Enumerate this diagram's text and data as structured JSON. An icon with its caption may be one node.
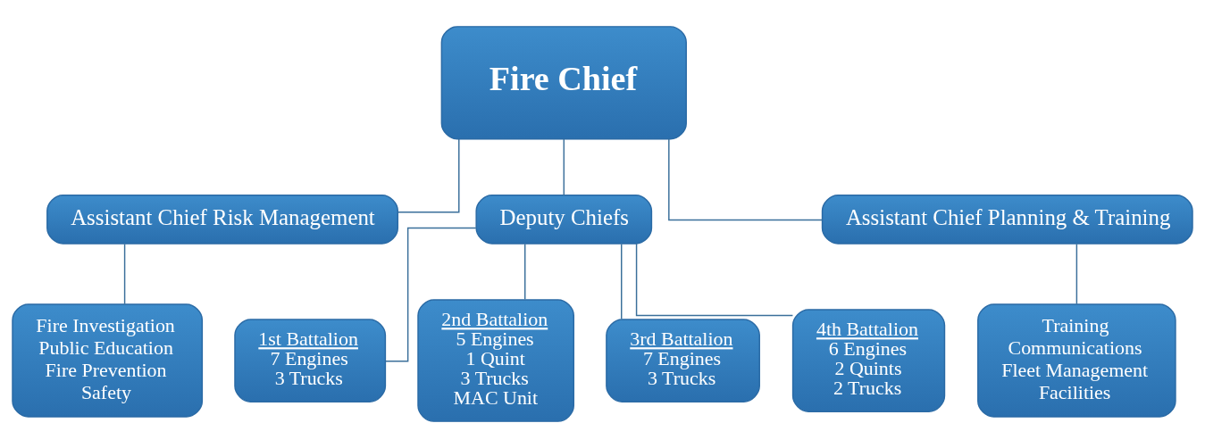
{
  "diagram": {
    "nodes": [
      {
        "text": [
          "Fire Chief"
        ]
      },
      {
        "text": [
          "Assistant Chief Risk Management"
        ]
      },
      {
        "text": [
          "Deputy Chiefs"
        ]
      },
      {
        "text": [
          "Assistant Chief Planning & Training"
        ]
      },
      {
        "text": [
          "Fire Investigation",
          "Public Education",
          "Fire Prevention",
          "Safety"
        ]
      },
      {
        "text": [
          "1st Battalion",
          "7 Engines",
          "3 Trucks"
        ]
      },
      {
        "text": [
          "2nd Battalion",
          "5 Engines",
          "1 Quint",
          "3 Trucks",
          "MAC Unit"
        ]
      },
      {
        "text": [
          "3rd Battalion",
          "7 Engines",
          "3 Trucks"
        ]
      },
      {
        "text": [
          "4th Battalion",
          "6 Engines",
          "2 Quints",
          "2 Trucks"
        ]
      },
      {
        "text": [
          "Training",
          "Communications",
          "Fleet Management",
          "Facilities"
        ]
      }
    ],
    "edges": [
      {
        "from": 0,
        "to": 1,
        "arrow": "none"
      },
      {
        "from": 0,
        "to": 2,
        "arrow": "none"
      },
      {
        "from": 0,
        "to": 3,
        "arrow": "none"
      },
      {
        "from": 1,
        "to": 4,
        "arrow": "none"
      },
      {
        "from": 2,
        "to": 5,
        "arrow": "none"
      },
      {
        "from": 2,
        "to": 6,
        "arrow": "none"
      },
      {
        "from": 2,
        "to": 7,
        "arrow": "none"
      },
      {
        "from": 2,
        "to": 8,
        "arrow": "none"
      },
      {
        "from": 3,
        "to": 9,
        "arrow": "none"
      }
    ]
  }
}
